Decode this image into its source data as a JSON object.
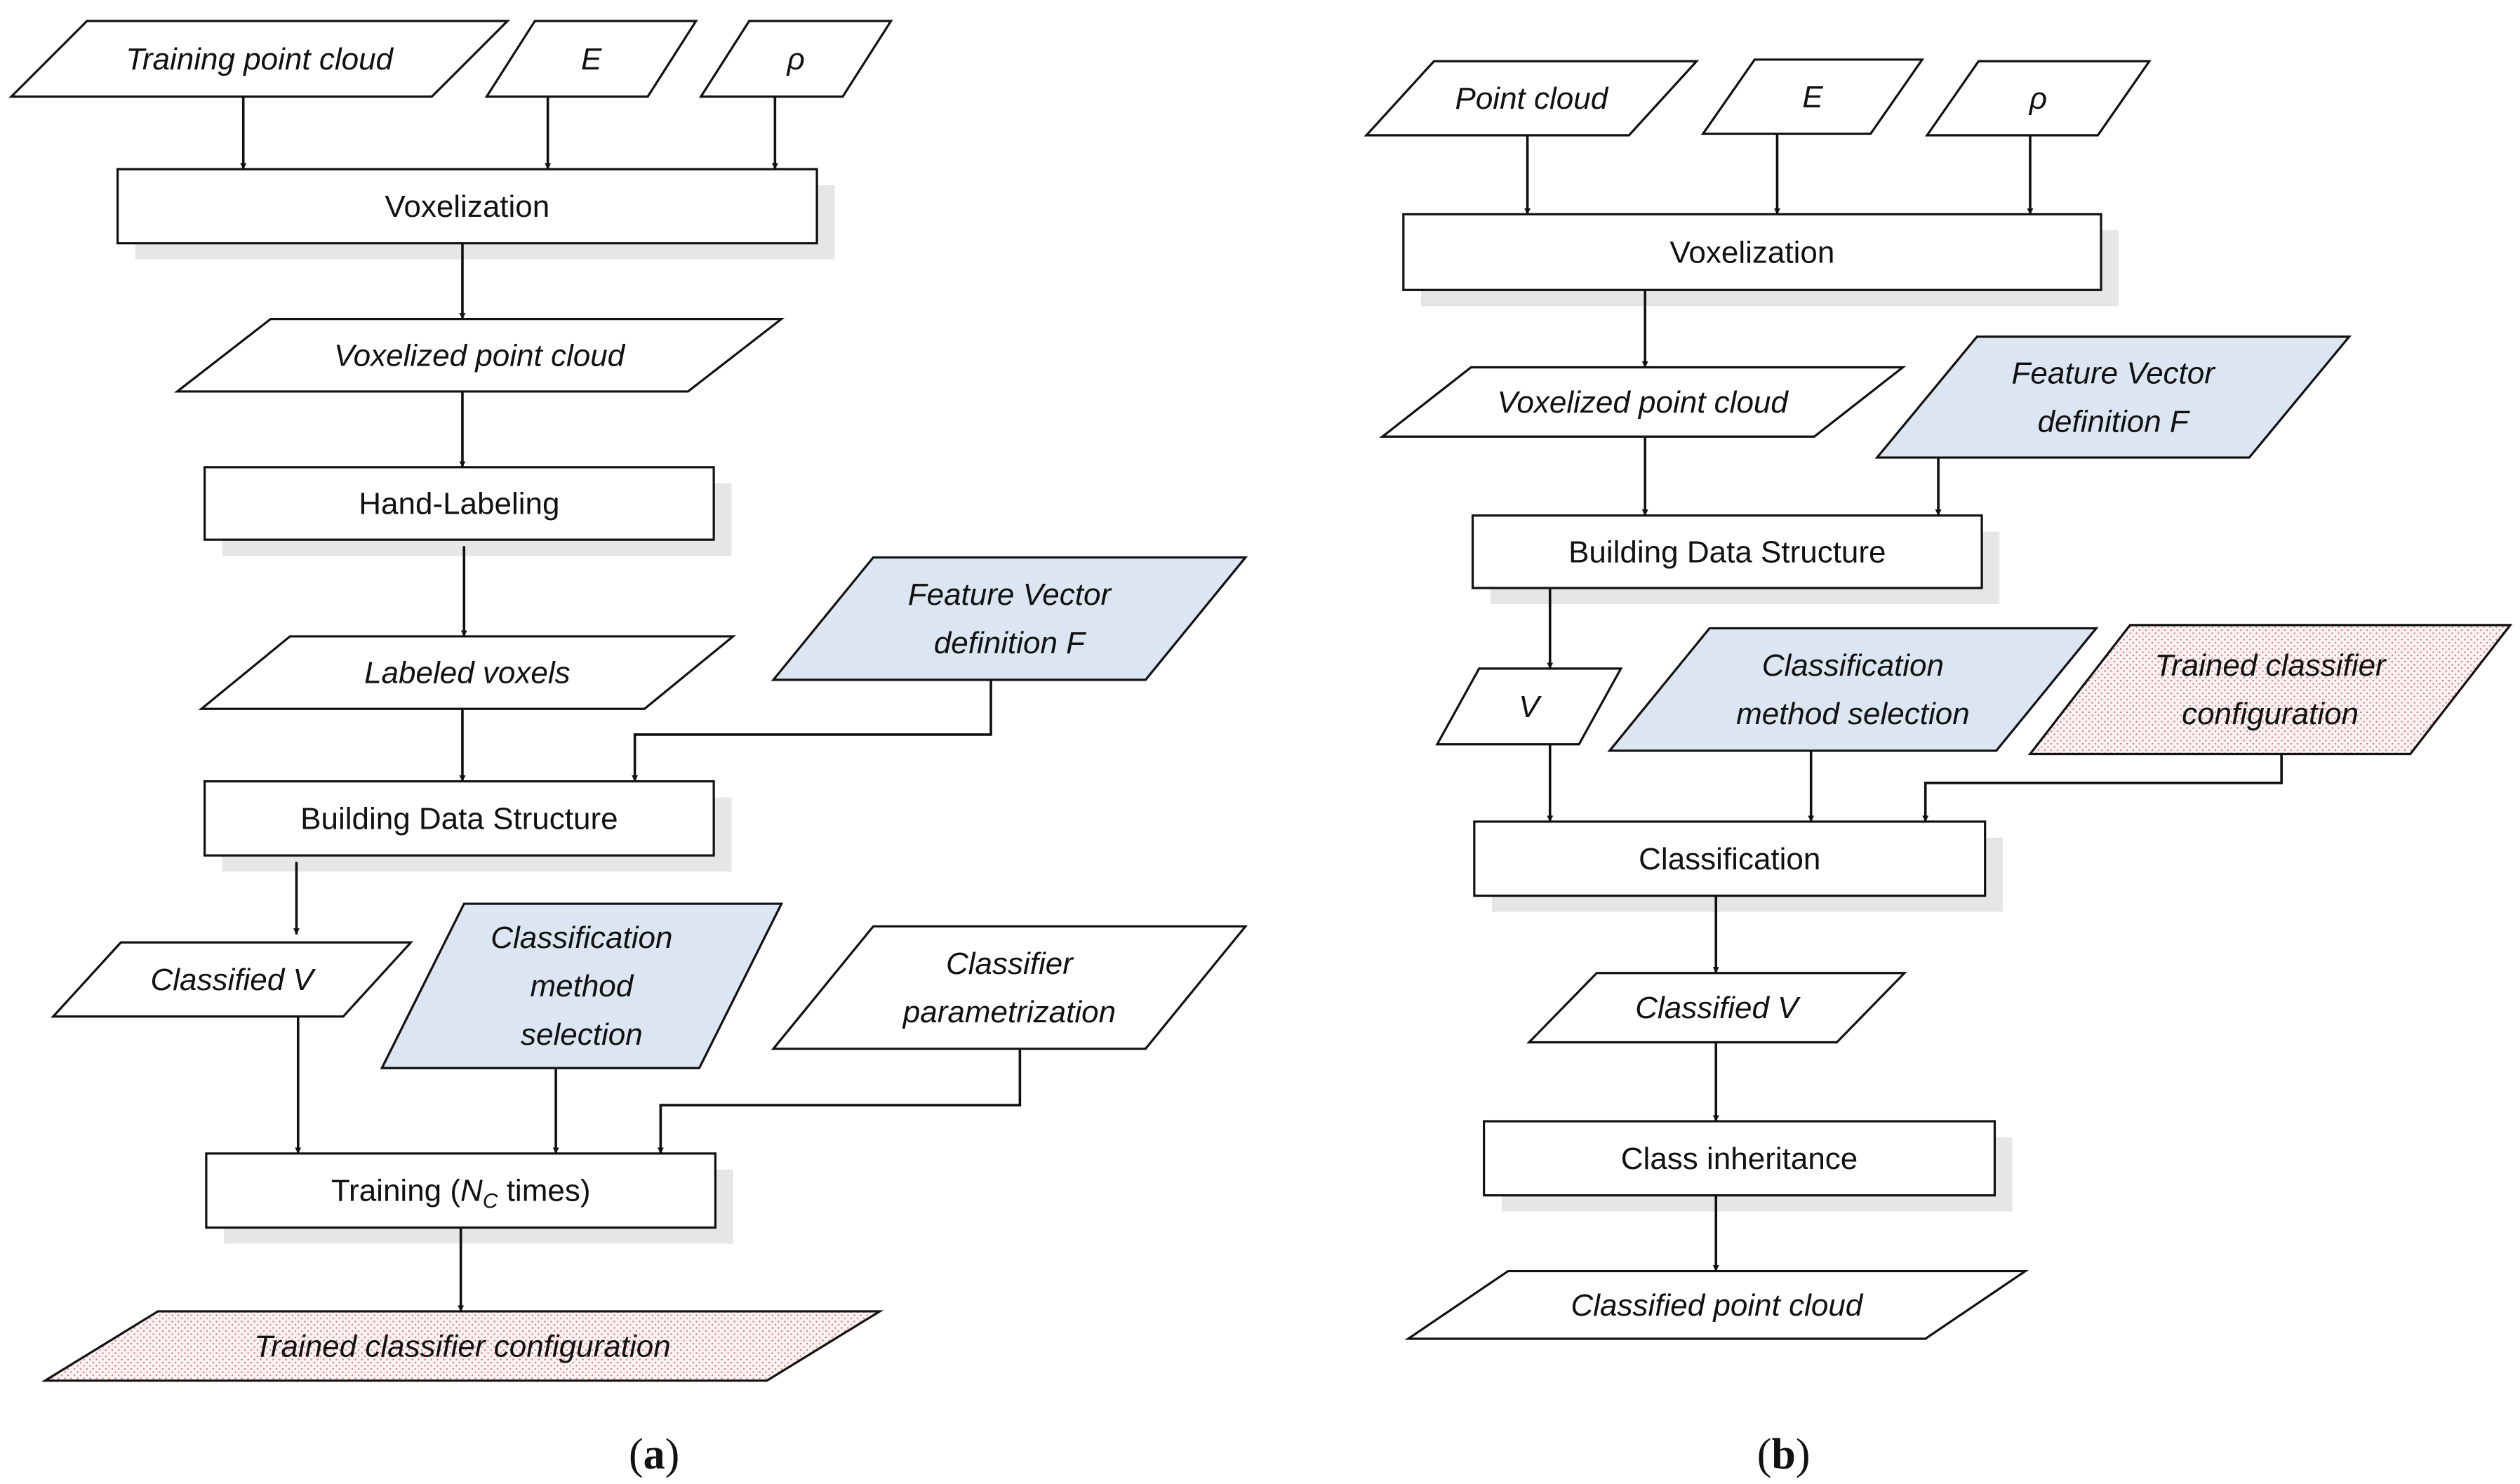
{
  "colors": {
    "feature_fill": "#dce6f2",
    "pattern_base": "#fbf3f3",
    "pattern_dot": "#d98a8a",
    "stroke": "#111111",
    "shadow": "#e6e6e6"
  },
  "panel_a": {
    "label": "(a)",
    "nodes": [
      {
        "id": "a-training-point-cloud",
        "kind": "data",
        "lines": [
          "Training point cloud"
        ],
        "italic": true
      },
      {
        "id": "a-e",
        "kind": "data",
        "lines": [
          "E"
        ],
        "italic": true
      },
      {
        "id": "a-rho",
        "kind": "data",
        "lines": [
          "ρ"
        ],
        "italic": true
      },
      {
        "id": "a-voxelization",
        "kind": "process",
        "lines": [
          "Voxelization"
        ]
      },
      {
        "id": "a-voxelized-point-cloud",
        "kind": "data",
        "lines": [
          "Voxelized point cloud"
        ],
        "italic": true
      },
      {
        "id": "a-hand-labeling",
        "kind": "process",
        "lines": [
          "Hand-Labeling"
        ]
      },
      {
        "id": "a-labeled-voxels",
        "kind": "data",
        "lines": [
          "Labeled voxels"
        ],
        "italic": true
      },
      {
        "id": "a-feature-vector",
        "kind": "data",
        "fill": "feature",
        "lines": [
          "Feature Vector",
          "definition F"
        ],
        "italic": true
      },
      {
        "id": "a-building-data-structure",
        "kind": "process",
        "lines": [
          "Building Data Structure"
        ]
      },
      {
        "id": "a-classified-v",
        "kind": "data",
        "lines": [
          "Classified V"
        ],
        "italic": true
      },
      {
        "id": "a-classification-method",
        "kind": "data",
        "fill": "feature",
        "lines": [
          "Classification",
          "method",
          "selection"
        ],
        "italic": true
      },
      {
        "id": "a-classifier-parametrization",
        "kind": "data",
        "lines": [
          "Classifier",
          "parametrization"
        ],
        "italic": true
      },
      {
        "id": "a-training",
        "kind": "process",
        "lines": [
          "Training (",
          "N",
          "C",
          " times)"
        ]
      },
      {
        "id": "a-trained-config",
        "kind": "data",
        "fill": "pattern",
        "lines": [
          "Trained classifier configuration"
        ],
        "italic": true
      }
    ]
  },
  "panel_b": {
    "label": "(b)",
    "nodes": [
      {
        "id": "b-point-cloud",
        "kind": "data",
        "lines": [
          "Point cloud"
        ],
        "italic": true
      },
      {
        "id": "b-e",
        "kind": "data",
        "lines": [
          "E"
        ],
        "italic": true
      },
      {
        "id": "b-rho",
        "kind": "data",
        "lines": [
          "ρ"
        ],
        "italic": true
      },
      {
        "id": "b-voxelization",
        "kind": "process",
        "lines": [
          "Voxelization"
        ]
      },
      {
        "id": "b-voxelized-point-cloud",
        "kind": "data",
        "lines": [
          "Voxelized point cloud"
        ],
        "italic": true
      },
      {
        "id": "b-feature-vector",
        "kind": "data",
        "fill": "feature",
        "lines": [
          "Feature Vector",
          "definition F"
        ],
        "italic": true
      },
      {
        "id": "b-building-data-structure",
        "kind": "process",
        "lines": [
          "Building Data Structure"
        ]
      },
      {
        "id": "b-v",
        "kind": "data",
        "lines": [
          "V"
        ],
        "italic": true
      },
      {
        "id": "b-classification-method",
        "kind": "data",
        "fill": "feature",
        "lines": [
          "Classification",
          "method selection"
        ],
        "italic": true
      },
      {
        "id": "b-trained-config",
        "kind": "data",
        "fill": "pattern",
        "lines": [
          "Trained classifier",
          "configuration"
        ],
        "italic": true
      },
      {
        "id": "b-classification",
        "kind": "process",
        "lines": [
          "Classification"
        ]
      },
      {
        "id": "b-classified-v",
        "kind": "data",
        "lines": [
          "Classified V"
        ],
        "italic": true
      },
      {
        "id": "b-class-inheritance",
        "kind": "process",
        "lines": [
          "Class inheritance"
        ]
      },
      {
        "id": "b-classified-point-cloud",
        "kind": "data",
        "lines": [
          "Classified point cloud"
        ],
        "italic": true
      }
    ]
  },
  "edges": [
    {
      "from": "a-training-point-cloud",
      "to": "a-voxelization"
    },
    {
      "from": "a-e",
      "to": "a-voxelization"
    },
    {
      "from": "a-rho",
      "to": "a-voxelization"
    },
    {
      "from": "a-voxelization",
      "to": "a-voxelized-point-cloud"
    },
    {
      "from": "a-voxelized-point-cloud",
      "to": "a-hand-labeling"
    },
    {
      "from": "a-hand-labeling",
      "to": "a-labeled-voxels"
    },
    {
      "from": "a-labeled-voxels",
      "to": "a-building-data-structure"
    },
    {
      "from": "a-feature-vector",
      "to": "a-building-data-structure"
    },
    {
      "from": "a-building-data-structure",
      "to": "a-classified-v"
    },
    {
      "from": "a-classified-v",
      "to": "a-training"
    },
    {
      "from": "a-classification-method",
      "to": "a-training"
    },
    {
      "from": "a-classifier-parametrization",
      "to": "a-training"
    },
    {
      "from": "a-training",
      "to": "a-trained-config"
    },
    {
      "from": "b-point-cloud",
      "to": "b-voxelization"
    },
    {
      "from": "b-e",
      "to": "b-voxelization"
    },
    {
      "from": "b-rho",
      "to": "b-voxelization"
    },
    {
      "from": "b-voxelization",
      "to": "b-voxelized-point-cloud"
    },
    {
      "from": "b-voxelized-point-cloud",
      "to": "b-building-data-structure"
    },
    {
      "from": "b-feature-vector",
      "to": "b-building-data-structure"
    },
    {
      "from": "b-building-data-structure",
      "to": "b-v"
    },
    {
      "from": "b-v",
      "to": "b-classification"
    },
    {
      "from": "b-classification-method",
      "to": "b-classification"
    },
    {
      "from": "b-trained-config",
      "to": "b-classification"
    },
    {
      "from": "b-classification",
      "to": "b-classified-v"
    },
    {
      "from": "b-classified-v",
      "to": "b-class-inheritance"
    },
    {
      "from": "b-class-inheritance",
      "to": "b-classified-point-cloud"
    }
  ]
}
